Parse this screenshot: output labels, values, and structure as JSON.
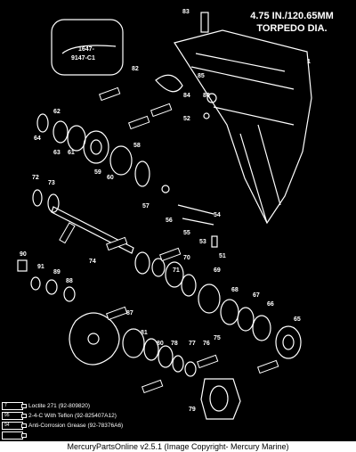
{
  "header": {
    "line1": "4.75 IN./120.65MM",
    "line2": "TORPEDO DIA."
  },
  "inset": {
    "line1": "1647-",
    "line2": "9147-C1"
  },
  "part_labels": [
    "83",
    "1",
    "82",
    "85",
    "84",
    "86",
    "52",
    "62",
    "64",
    "63",
    "61",
    "60",
    "59",
    "58",
    "57",
    "56",
    "54",
    "55",
    "53",
    "51",
    "72",
    "73",
    "74",
    "70",
    "71",
    "69",
    "68",
    "67",
    "66",
    "65",
    "90",
    "91",
    "89",
    "88",
    "87",
    "81",
    "80",
    "78",
    "77",
    "76",
    "75",
    "79"
  ],
  "legend": [
    {
      "tube": "7",
      "text": "Loctite 271 (92-809820)"
    },
    {
      "tube": "95",
      "text": "2-4-C  With Teflon (92-825407A12)"
    },
    {
      "tube": "94",
      "text": "Anti-Corrosion Grease (92-78376A6)"
    },
    {
      "tube": "",
      "text": ""
    }
  ],
  "footer": "MercuryPartsOnline v2.5.1 (Image Copyright- Mercury Marine)"
}
